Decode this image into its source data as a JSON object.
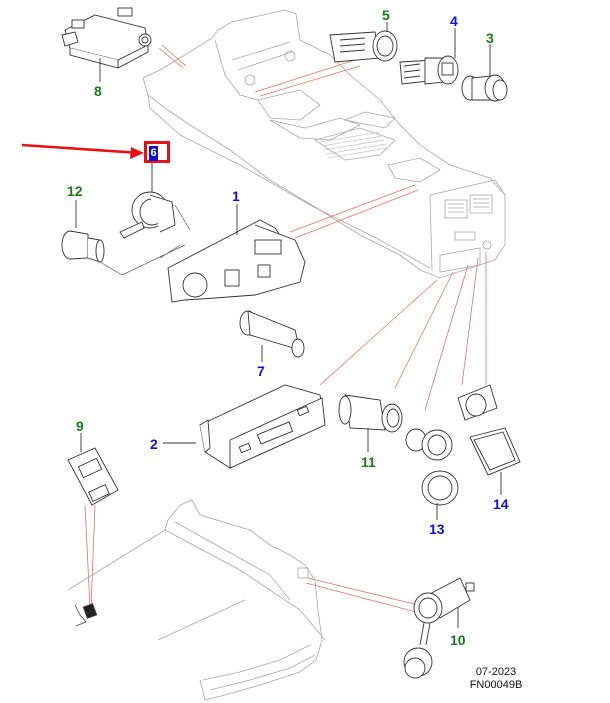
{
  "diagram": {
    "type": "exploded parts diagram",
    "subject": "center console power outlets / sockets",
    "highlighted_callout": "6",
    "callouts": [
      {
        "id": "c1",
        "label": "1",
        "color": "blue",
        "part": "switch-panel-assembly"
      },
      {
        "id": "c2",
        "label": "2",
        "color": "blue",
        "part": "usb-module"
      },
      {
        "id": "c3",
        "label": "3",
        "color": "green",
        "part": "cigar-lighter"
      },
      {
        "id": "c4",
        "label": "4",
        "color": "blue",
        "part": "usb-socket"
      },
      {
        "id": "c5",
        "label": "5",
        "color": "green",
        "part": "power-socket"
      },
      {
        "id": "c6",
        "label": "6",
        "color": "blue",
        "part": "socket-housing",
        "highlighted": true
      },
      {
        "id": "c7",
        "label": "7",
        "color": "blue",
        "part": "socket-insert"
      },
      {
        "id": "c8",
        "label": "8",
        "color": "green",
        "part": "control-module"
      },
      {
        "id": "c9",
        "label": "9",
        "color": "green",
        "part": "inverter-module"
      },
      {
        "id": "c10",
        "label": "10",
        "color": "green",
        "part": "luggage-compartment-socket"
      },
      {
        "id": "c11",
        "label": "11",
        "color": "green",
        "part": "power-outlet"
      },
      {
        "id": "c12",
        "label": "12",
        "color": "green",
        "part": "socket-cap"
      },
      {
        "id": "c13",
        "label": "13",
        "color": "blue",
        "part": "socket-with-cap"
      },
      {
        "id": "c14",
        "label": "14",
        "color": "blue",
        "part": "socket-with-flip-cover"
      }
    ],
    "colors": {
      "callout_blue": "#1010e0",
      "callout_green": "#1a7a1a",
      "leader_red": "#e87070",
      "highlight_red": "#e81010",
      "line_gray": "#9a9a9a"
    }
  },
  "footer": {
    "date": "07-2023",
    "code": "FN00049B"
  }
}
